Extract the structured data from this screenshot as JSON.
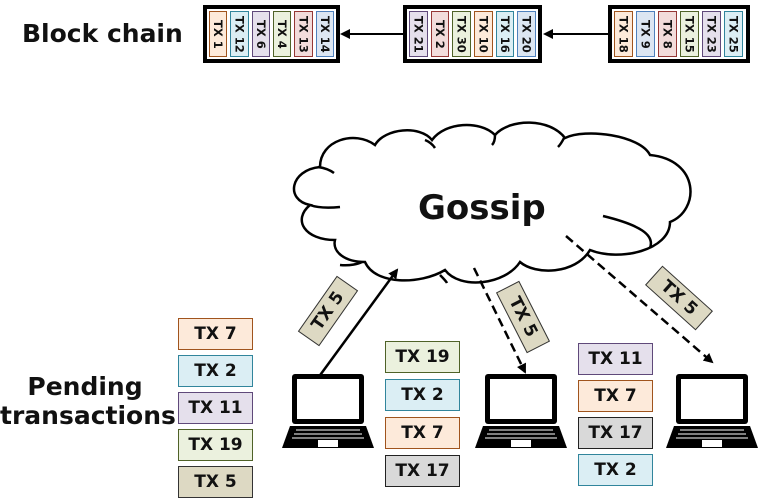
{
  "labels": {
    "block_chain": "Block chain",
    "pending_transactions": "Pending transactions",
    "gossip": "Gossip"
  },
  "colors": {
    "orange": {
      "fill": "#fdeada",
      "border": "#a0541d"
    },
    "blue": {
      "fill": "#dbeef4",
      "border": "#31859c"
    },
    "purple": {
      "fill": "#e5e0ec",
      "border": "#5f497a"
    },
    "green": {
      "fill": "#ebf1de",
      "border": "#4f6228"
    },
    "red": {
      "fill": "#f2dcdb",
      "border": "#953735"
    },
    "steel": {
      "fill": "#dce6f2",
      "border": "#4f81bd"
    },
    "gray": {
      "fill": "#d9d9d9",
      "border": "#222222"
    },
    "tan": {
      "fill": "#ddd9c3",
      "border": "#333333"
    }
  },
  "blockchain": {
    "blocks": [
      {
        "transactions": [
          {
            "label": "TX 1",
            "color": "orange"
          },
          {
            "label": "TX 12",
            "color": "blue"
          },
          {
            "label": "TX 6",
            "color": "purple"
          },
          {
            "label": "TX 4",
            "color": "green"
          },
          {
            "label": "TX 13",
            "color": "red"
          },
          {
            "label": "TX 14",
            "color": "steel"
          }
        ]
      },
      {
        "transactions": [
          {
            "label": "TX 21",
            "color": "purple"
          },
          {
            "label": "TX 2",
            "color": "red"
          },
          {
            "label": "TX 30",
            "color": "green"
          },
          {
            "label": "TX 10",
            "color": "orange"
          },
          {
            "label": "TX 16",
            "color": "blue"
          },
          {
            "label": "TX 20",
            "color": "steel"
          }
        ]
      },
      {
        "transactions": [
          {
            "label": "TX 18",
            "color": "orange"
          },
          {
            "label": "TX 9",
            "color": "steel"
          },
          {
            "label": "TX 8",
            "color": "red"
          },
          {
            "label": "TX 15",
            "color": "green"
          },
          {
            "label": "TX 23",
            "color": "purple"
          },
          {
            "label": "TX 25",
            "color": "blue"
          }
        ]
      }
    ]
  },
  "nodes": [
    {
      "pending": [
        {
          "label": "TX 7",
          "color": "orange"
        },
        {
          "label": "TX 2",
          "color": "blue"
        },
        {
          "label": "TX 11",
          "color": "purple"
        },
        {
          "label": "TX 19",
          "color": "green"
        },
        {
          "label": "TX 5",
          "color": "tan"
        }
      ],
      "gossip_message": "TX 5",
      "gossip_direction": "outgoing"
    },
    {
      "pending": [
        {
          "label": "TX 19",
          "color": "green"
        },
        {
          "label": "TX 2",
          "color": "blue"
        },
        {
          "label": "TX 7",
          "color": "orange"
        },
        {
          "label": "TX 17",
          "color": "gray"
        }
      ],
      "gossip_message": "TX 5",
      "gossip_direction": "incoming"
    },
    {
      "pending": [
        {
          "label": "TX 11",
          "color": "purple"
        },
        {
          "label": "TX 7",
          "color": "orange"
        },
        {
          "label": "TX 17",
          "color": "gray"
        },
        {
          "label": "TX 2",
          "color": "blue"
        }
      ],
      "gossip_message": "TX 5",
      "gossip_direction": "incoming"
    }
  ]
}
